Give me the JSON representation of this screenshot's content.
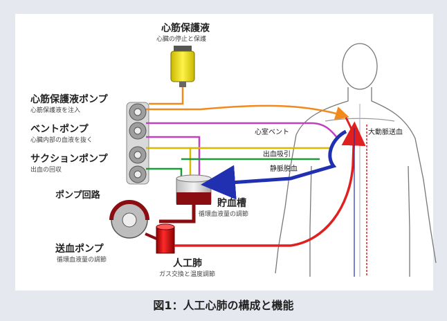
{
  "cardioplegia": {
    "title": "心筋保護液",
    "subtitle": "心臓の停止と保護"
  },
  "cardioplegia_pump": {
    "title": "心筋保護液ポンプ",
    "subtitle": "心筋保護液を注入"
  },
  "vent_pump": {
    "title": "ベントポンプ",
    "subtitle": "心臓内部の血液を抜く"
  },
  "suction_pump": {
    "title": "サクションポンプ",
    "subtitle": "出血の回収"
  },
  "pump_circuit": {
    "title": "ポンプ回路"
  },
  "reservoir": {
    "title": "貯血槽",
    "subtitle": "循環血液量の調節"
  },
  "arterial_pump": {
    "title": "送血ポンプ",
    "subtitle": "循環血液量の調節"
  },
  "oxygenator": {
    "title": "人工肺",
    "subtitle": "ガス交換と温度調節"
  },
  "vessels": {
    "aorta_perfusion": "大動脈送血",
    "vent": "心室ベント",
    "suction": "出血吸引",
    "venous_drainage": "静脈脱血"
  },
  "caption": "図1：人工心肺の構成と機能",
  "colors": {
    "orange": "#f08a1c",
    "magenta": "#c040c0",
    "yellow": "#d8b800",
    "green": "#1a9a3a",
    "blue": "#2030b0",
    "red": "#e02020",
    "dark_red": "#8a0d12"
  }
}
